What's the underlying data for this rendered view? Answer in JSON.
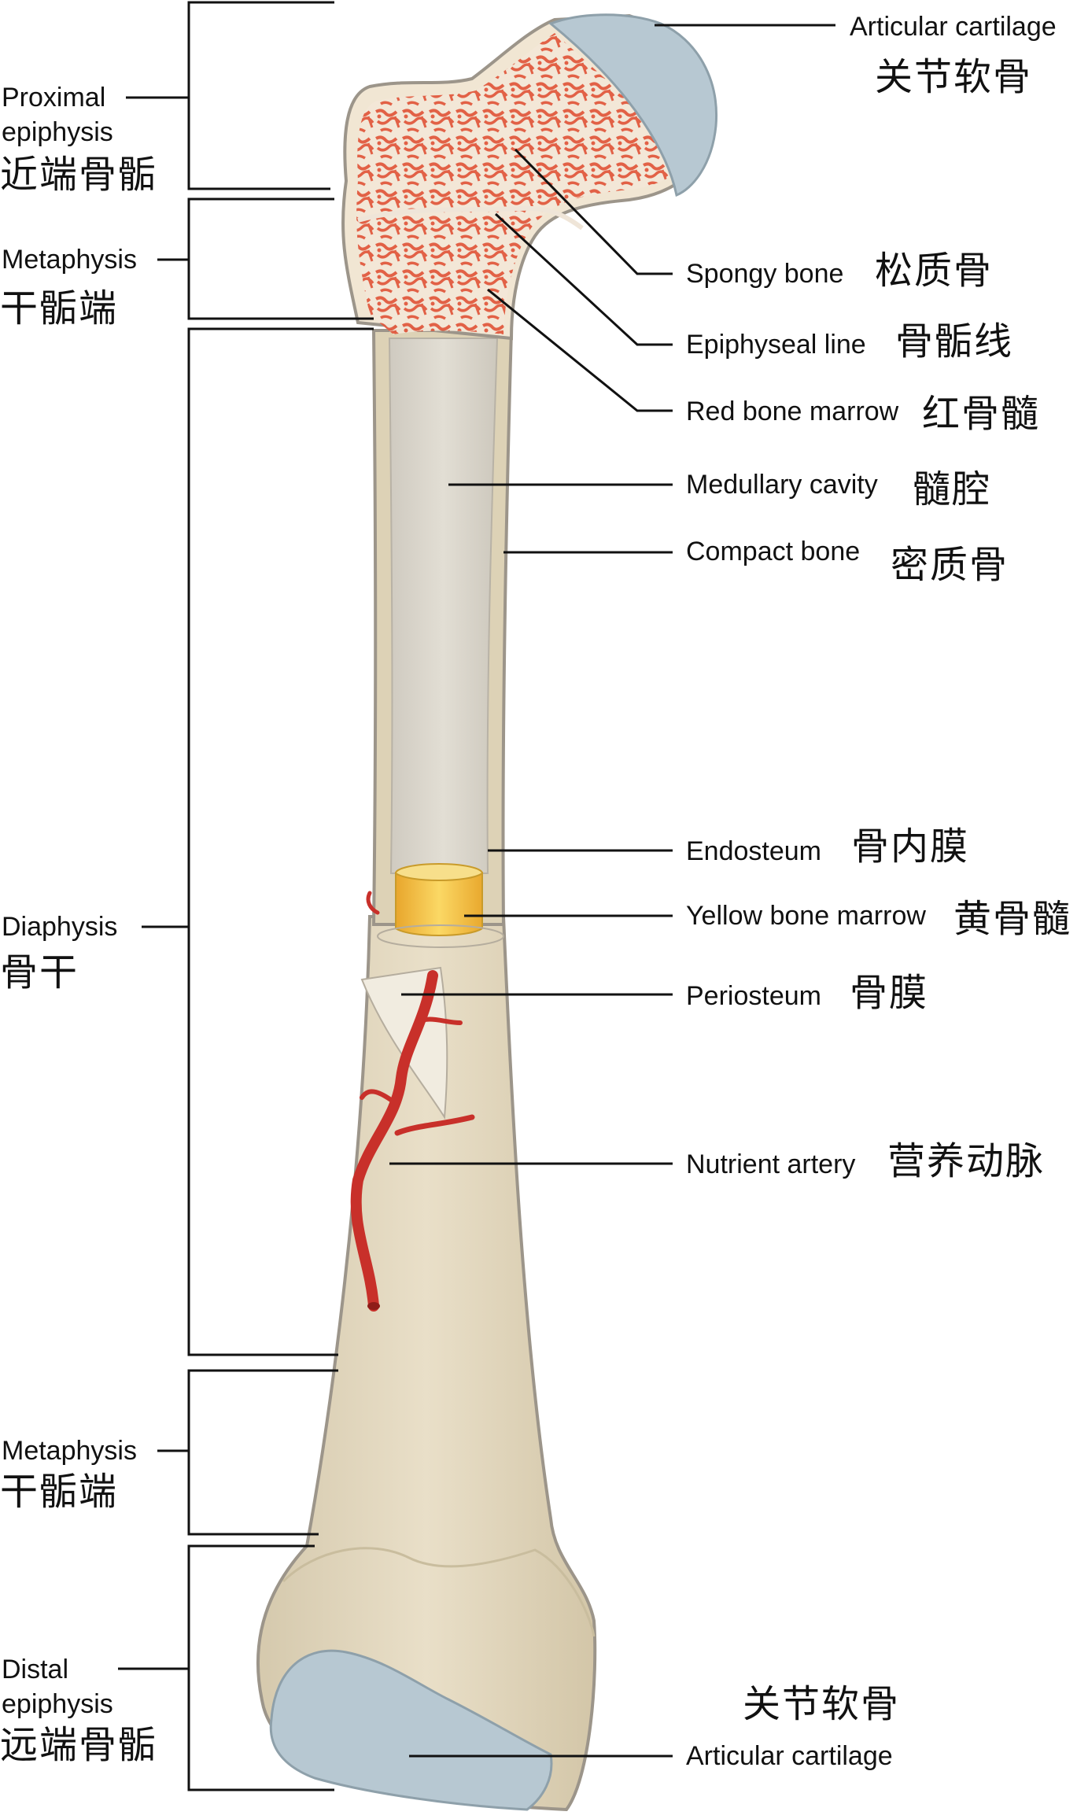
{
  "left_labels": {
    "proximal_epiphysis_en_1": "Proximal",
    "proximal_epiphysis_en_2": "epiphysis",
    "proximal_epiphysis_zh": "近端骨骺",
    "metaphysis_top_en": "Metaphysis",
    "metaphysis_top_zh": "干骺端",
    "diaphysis_en": "Diaphysis",
    "diaphysis_zh": "骨干",
    "metaphysis_bottom_en": "Metaphysis",
    "metaphysis_bottom_zh": "干骺端",
    "distal_epiphysis_en_1": "Distal",
    "distal_epiphysis_en_2": "epiphysis",
    "distal_epiphysis_zh": "远端骨骺"
  },
  "right_labels": {
    "articular_cartilage_top_en": "Articular cartilage",
    "articular_cartilage_top_zh": "关节软骨",
    "spongy_bone_en": "Spongy bone",
    "spongy_bone_zh": "松质骨",
    "epiphyseal_line_en": "Epiphyseal line",
    "epiphyseal_line_zh": "骨骺线",
    "red_bone_marrow_en": "Red bone marrow",
    "red_bone_marrow_zh": "红骨髓",
    "medullary_cavity_en": "Medullary cavity",
    "medullary_cavity_zh": "髓腔",
    "compact_bone_en": "Compact bone",
    "compact_bone_zh": "密质骨",
    "endosteum_en": "Endosteum",
    "endosteum_zh": "骨内膜",
    "yellow_bone_marrow_en": "Yellow bone marrow",
    "yellow_bone_marrow_zh": "黄骨髓",
    "periosteum_en": "Periosteum",
    "periosteum_zh": "骨膜",
    "nutrient_artery_en": "Nutrient artery",
    "nutrient_artery_zh": "营养动脉",
    "articular_cartilage_bottom_zh": "关节软骨",
    "articular_cartilage_bottom_en": "Articular cartilage"
  },
  "colors": {
    "bone": "#e3d8bf",
    "bone_outline": "#9c958a",
    "cartilage": "#b7c8d2",
    "spongy_bone": "#e15a3f",
    "medullary": "#d8d4c8",
    "yellow_marrow": "#f2c84a",
    "artery": "#c8302a"
  }
}
